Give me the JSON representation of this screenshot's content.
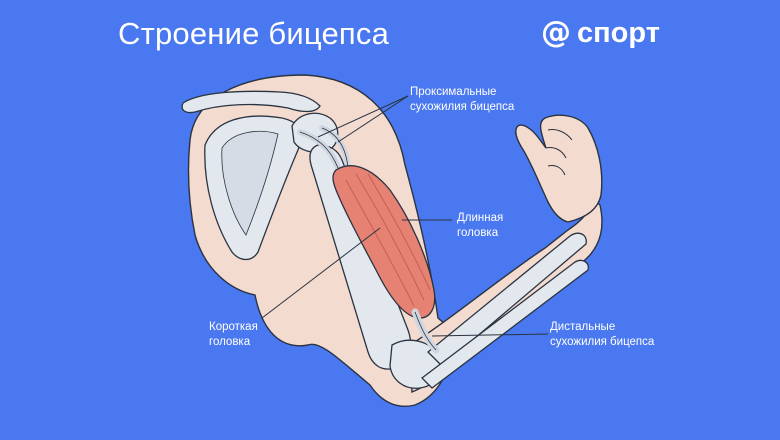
{
  "header": {
    "title": "Строение бицепса",
    "logo_symbol": "@",
    "logo_text": "спорт"
  },
  "labels": {
    "proximal_line1": "Проксимальные",
    "proximal_line2": "сухожилия бицепса",
    "long_head_line1": "Длинная",
    "long_head_line2": "головка",
    "short_head_line1": "Короткая",
    "short_head_line2": "головка",
    "distal_line1": "Дистальные",
    "distal_line2": "сухожилия бицепса"
  },
  "colors": {
    "background": "#4a78f0",
    "skin": "#f4dbd0",
    "bone": "#e3e8ee",
    "muscle": "#e58273",
    "line": "#2a3340"
  }
}
